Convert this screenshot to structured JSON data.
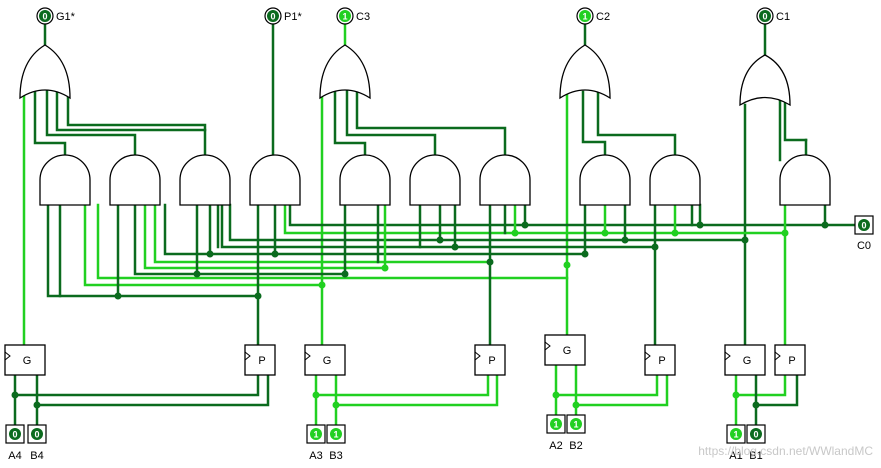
{
  "colors": {
    "wire_dark": "#0b6b1e",
    "wire_light": "#21d021",
    "gate_stroke": "#000000",
    "pin_fill": "#ffffff"
  },
  "outputs": [
    {
      "label": "G1*",
      "value": "0"
    },
    {
      "label": "P1*",
      "value": "0"
    },
    {
      "label": "C3",
      "value": "1"
    },
    {
      "label": "C2",
      "value": "1"
    },
    {
      "label": "C1",
      "value": "0"
    }
  ],
  "inputs": [
    {
      "label": "A4",
      "value": "0"
    },
    {
      "label": "B4",
      "value": "0"
    },
    {
      "label": "A3",
      "value": "1"
    },
    {
      "label": "B3",
      "value": "1"
    },
    {
      "label": "A2",
      "value": "1"
    },
    {
      "label": "B2",
      "value": "1"
    },
    {
      "label": "A1",
      "value": "1"
    },
    {
      "label": "B1",
      "value": "0"
    }
  ],
  "carry_in": {
    "label": "C0",
    "value": "0"
  },
  "blocks": [
    {
      "type": "G",
      "label": "G"
    },
    {
      "type": "P",
      "label": "P"
    },
    {
      "type": "G",
      "label": "G"
    },
    {
      "type": "P",
      "label": "P"
    },
    {
      "type": "G",
      "label": "G"
    },
    {
      "type": "P",
      "label": "P"
    },
    {
      "type": "G",
      "label": "G"
    },
    {
      "type": "P",
      "label": "P"
    }
  ],
  "watermark": "https://blog.csdn.net/WWlandMC"
}
